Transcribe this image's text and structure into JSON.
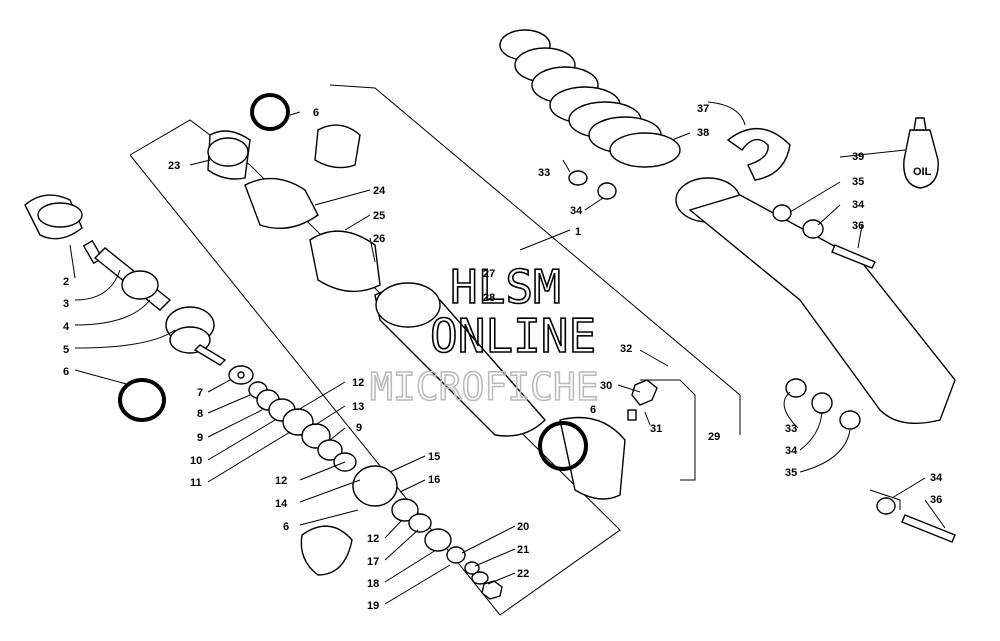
{
  "callouts": {
    "c1": "1",
    "c2": "2",
    "c3": "3",
    "c4": "4",
    "c5": "5",
    "c6a": "6",
    "c6b": "6",
    "c6c": "6",
    "c6d": "6",
    "c7": "7",
    "c8": "8",
    "c9a": "9",
    "c9b": "9",
    "c10": "10",
    "c11": "11",
    "c12a": "12",
    "c12b": "12",
    "c12c": "12",
    "c13": "13",
    "c14": "14",
    "c15": "15",
    "c16": "16",
    "c17": "17",
    "c18": "18",
    "c19": "19",
    "c20": "20",
    "c21": "21",
    "c22": "22",
    "c23": "23",
    "c24": "24",
    "c25": "25",
    "c26": "26",
    "c27": "27",
    "c28": "28",
    "c29": "29",
    "c30": "30",
    "c31": "31",
    "c32": "32",
    "c33a": "33",
    "c33b": "33",
    "c34a": "34",
    "c34b": "34",
    "c34c": "34",
    "c34d": "34",
    "c35a": "35",
    "c35b": "35",
    "c36a": "36",
    "c36b": "36",
    "c37": "37",
    "c38": "38",
    "c39": "39"
  },
  "oil_label": "OIL",
  "watermark": {
    "line1": "HLSM",
    "line2": "ONLINE",
    "line3": "MICROFICHE"
  }
}
